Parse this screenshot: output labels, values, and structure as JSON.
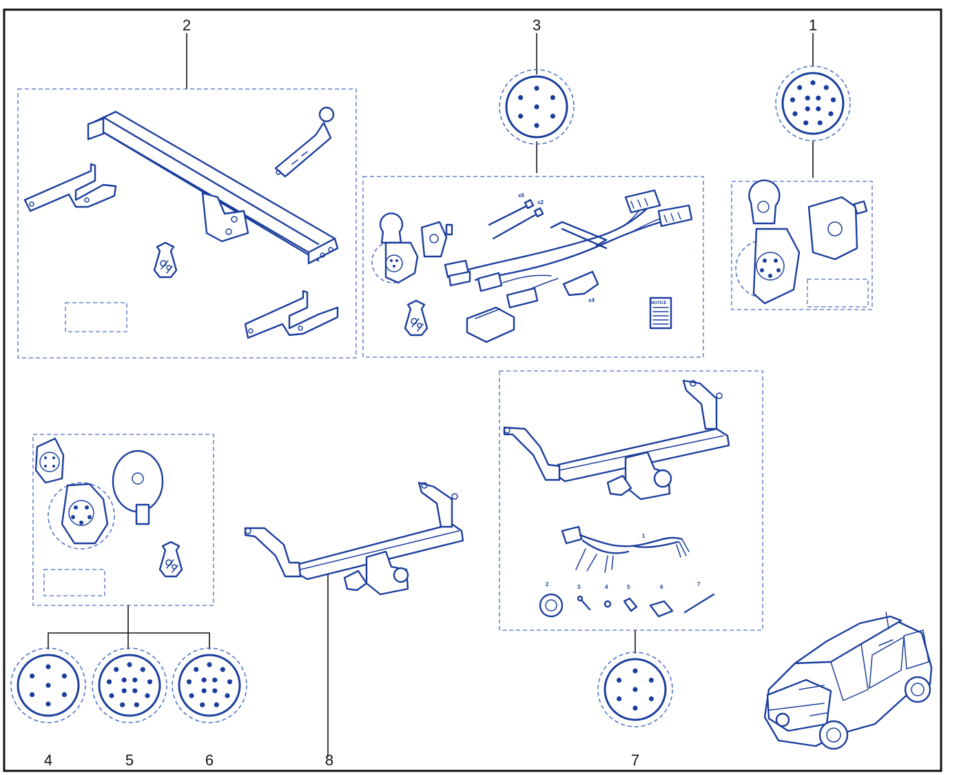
{
  "callouts": [
    "1",
    "2",
    "3",
    "4",
    "5",
    "6",
    "7",
    "8"
  ],
  "kit3_labels": {
    "ties_qty": "x6",
    "ties2_qty": "x2",
    "pads_qty": "x4",
    "notice": "NOTICE"
  },
  "kit7_labels": {
    "part1": "1",
    "part2": "2",
    "part3": "3",
    "part4": "4",
    "part5": "5",
    "part6": "6",
    "part7": "7"
  },
  "colors": {
    "line": "#1a3d9c",
    "dash": "#4a6bc4",
    "frame": "#111111"
  }
}
